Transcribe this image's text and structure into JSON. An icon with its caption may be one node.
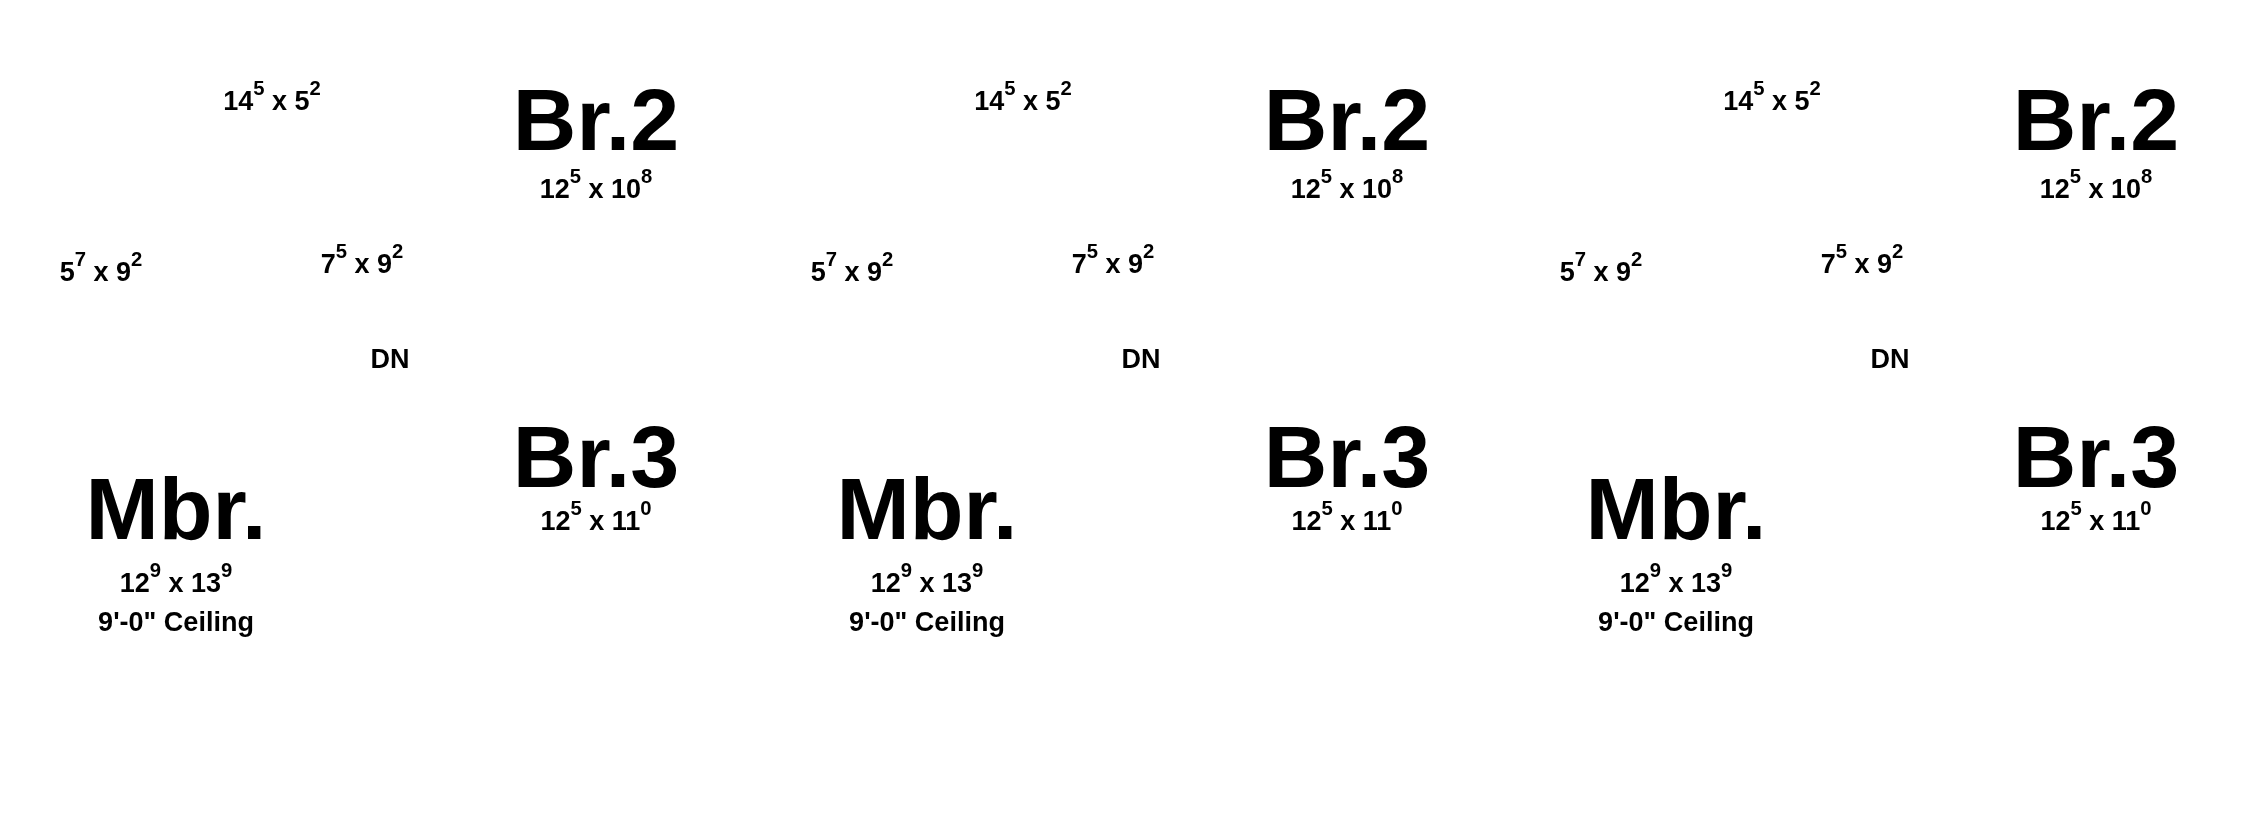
{
  "diagram": {
    "labels": [
      "14$^{5}$ x 5$^{2}$",
      "Br.2",
      "12$^{5}$ x 10$^{8}$",
      "5$^{7}$ x 9$^{2}$",
      "7$^{5}$ x 9$^{2}$",
      "DN",
      "Br.3",
      "12$^{5}$ x 11$^{0}$",
      "Mbr.",
      "12$^{9}$ x 13$^{9}$",
      "9'-0\" Ceiling",
      "14$^{5}$ x 5$^{2}$",
      "Br.2",
      "12$^{5}$ x 10$^{8}$",
      "5$^{7}$ x 9$^{2}$",
      "7$^{5}$ x 9$^{2}$",
      "DN",
      "Br.3",
      "12$^{5}$ x 11$^{0}$",
      "Mbr.",
      "12$^{9}$ x 13$^{9}$",
      "9'-0\" Ceiling",
      "14$^{5}$ x 5$^{2}$",
      "Br.2",
      "12$^{5}$ x 10$^{8}$",
      "5$^{7}$ x 9$^{2}$",
      "7$^{5}$ x 9$^{2}$",
      "DN",
      "Br.3",
      "12$^{5}$ x 11$^{0}$",
      "Mbr.",
      "12$^{9}$ x 13$^{9}$",
      "9'-0\" Ceiling"
    ]
  }
}
